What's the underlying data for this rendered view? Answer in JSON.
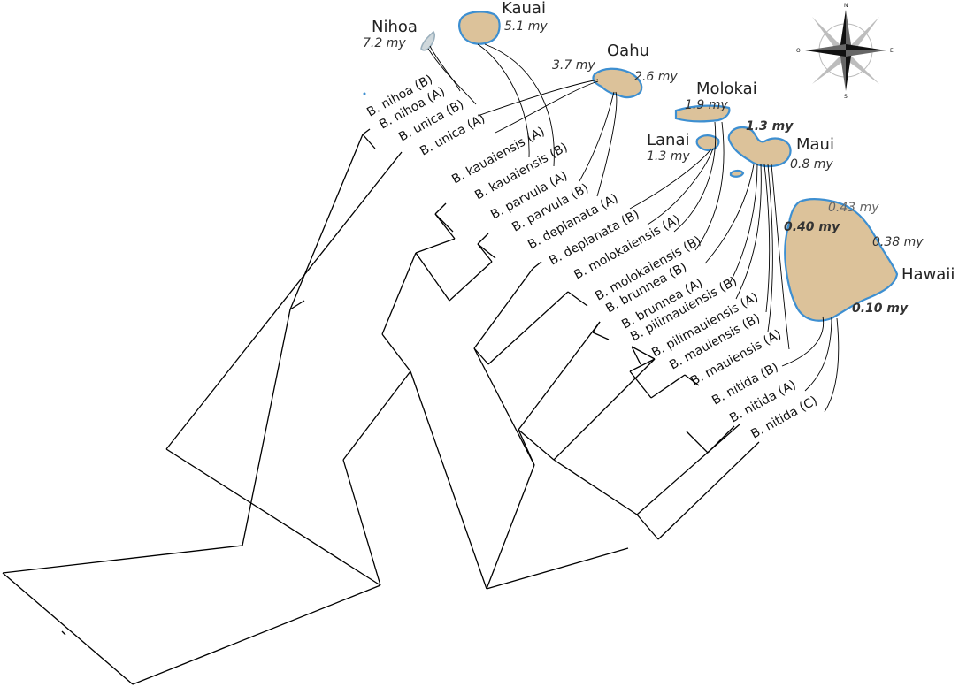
{
  "islands": [
    {
      "name": "Nihoa",
      "age": "7.2 my"
    },
    {
      "name": "Kauai",
      "age": "5.1 my"
    },
    {
      "name": "Oahu",
      "ages": [
        "3.7 my",
        "2.6 my"
      ]
    },
    {
      "name": "Molokai",
      "ages": [
        "1.9 my",
        "1.3 my"
      ]
    },
    {
      "name": "Lanai",
      "age": "1.3 my"
    },
    {
      "name": "Maui",
      "age": "0.8 my"
    },
    {
      "name": "Hawaii",
      "ages": [
        "0.43 my",
        "0.40 my",
        "0.38 my",
        "0.10 my"
      ]
    }
  ],
  "taxa": [
    "B. nihoa (B)",
    "B. nihoa (A)",
    "B. unica (B)",
    "B. unica (A)",
    "B. kauaiensis (A)",
    "B. kauaiensis (B)",
    "B. parvula (A)",
    "B. parvula (B)",
    "B. deplanata (A)",
    "B. deplanata (B)",
    "B. molokaiensis (A)",
    "B. molokaiensis (B)",
    "B. brunnea (B)",
    "B. brunnea (A)",
    "B. pilimauiensis (B)",
    "B. pilimauiensis (A)",
    "B. mauiensis (B)",
    "B. mauiensis (A)",
    "B. nitida (B)",
    "B. nitida (A)",
    "B. nitida (C)"
  ],
  "compass": {
    "n": "N",
    "s": "S",
    "e": "E",
    "w": "O"
  }
}
